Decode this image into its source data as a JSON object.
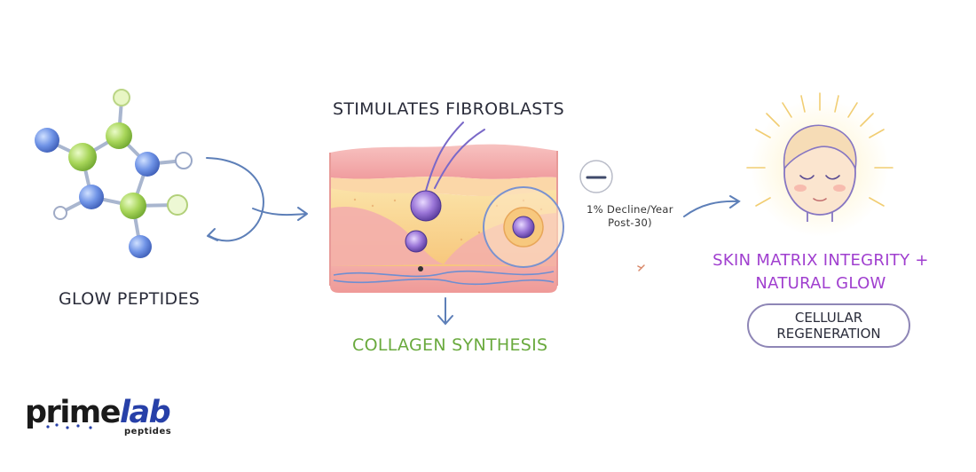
{
  "labels": {
    "glow_peptides": "GLOW PEPTIDES",
    "stimulates_fibroblasts": "STIMULATES FIBROBLASTS",
    "collagen_synthesis": "COLLAGEN SYNTHESIS",
    "decline": "1% Decline/Year Post-30)",
    "skin_matrix": "SKIN MATRIX INTEGRITY + NATURAL GLOW",
    "cellular_regeneration": "CELLULAR REGENERATION"
  },
  "logo": {
    "prime": "prime",
    "lab": "lab",
    "sub": "peptides"
  },
  "colors": {
    "collagen_green": "#6aaa3e",
    "integrity_purple": "#a03fcf",
    "logo_blue": "#2740a8",
    "arrow_blue": "#5d7fb8"
  },
  "icons": [
    "peptide-molecule-icon",
    "skin-cross-section-icon",
    "minus-circle-icon",
    "glowing-face-icon",
    "curved-arrow-icon"
  ]
}
